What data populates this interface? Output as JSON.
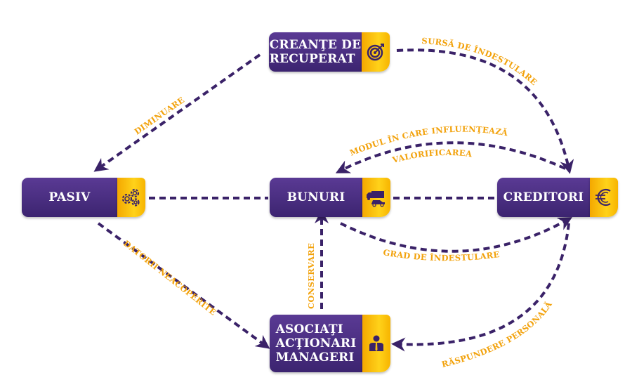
{
  "colors": {
    "node_fill": "#4a2d82",
    "tab_fill": "#fbbf0e",
    "arrow": "#3a2268",
    "label": "#f2a20c"
  },
  "nodes": {
    "creante": {
      "label": "CREANŢE DE\nRECUPERAT",
      "icon": "target-icon"
    },
    "pasiv": {
      "label": "PASIV",
      "icon": "gears-icon"
    },
    "bunuri": {
      "label": "BUNURI",
      "icon": "truck-car-icon"
    },
    "creditori": {
      "label": "CREDITORI",
      "icon": "euro-icon"
    },
    "asociati": {
      "label": "ASOCIAŢI\nACŢIONARI\nMANAGERI",
      "icon": "manager-person-icon"
    }
  },
  "edges": {
    "diminuare": {
      "label": "DIMINUARE",
      "from": "creante",
      "to": "pasiv"
    },
    "sursa": {
      "label": "SURSĂ DE ÎNDESTULARE",
      "from": "creante",
      "to": "creditori"
    },
    "modul_line1": {
      "label": "MODUL ÎN CARE INFLUENŢEAZĂ",
      "from": "creditori",
      "to": "bunuri"
    },
    "modul_line2": {
      "label": "VALORIFICAREA"
    },
    "grad": {
      "label": "GRAD DE ÎNDESTULARE",
      "from": "bunuri",
      "to": "creditori"
    },
    "datorii": {
      "label": "DATORII NEACOPERITE",
      "from": "pasiv",
      "to": "asociati"
    },
    "conservare": {
      "label": "CONSERVARE",
      "from": "asociati",
      "to": "bunuri"
    },
    "raspundere": {
      "label": "RĂSPUNDERE PERSONALĂ",
      "from": "creditori",
      "to": "asociati"
    },
    "pasiv_bunuri": {
      "label": "",
      "from": "pasiv",
      "to": "bunuri"
    },
    "bunuri_creditori": {
      "label": "",
      "from": "bunuri",
      "to": "creditori"
    }
  }
}
